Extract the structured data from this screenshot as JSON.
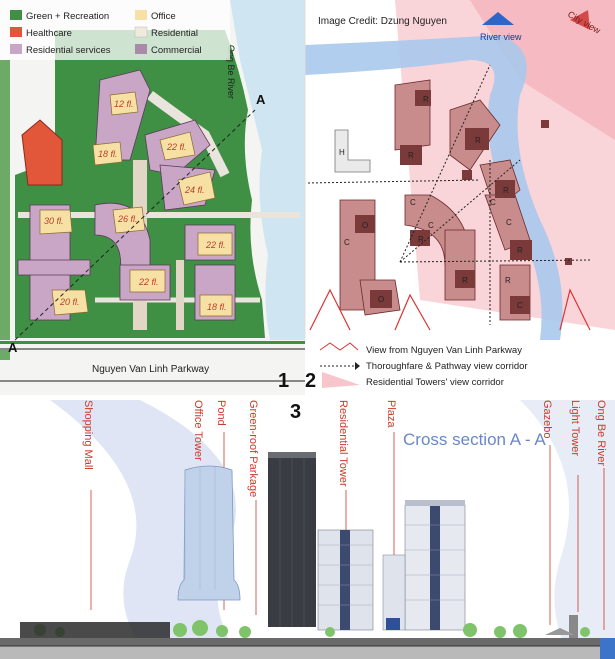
{
  "plan": {
    "legend": [
      "Green + Recreation",
      "Healthcare",
      "Residential services",
      "Office",
      "Residential",
      "Commercial"
    ],
    "towers": [
      "12 fl.",
      "18 fl.",
      "22 fl.",
      "24 fl.",
      "30 fl.",
      "26 fl.",
      "22 fl.",
      "22 fl.",
      "20 fl.",
      "18 fl."
    ],
    "section_marker": "A",
    "river_label": "Ong Be River",
    "parkway_label": "Nguyen Van Linh Parkway",
    "colors": {
      "green": "#3f8f45",
      "healthcare": "#e2573a",
      "residential_services": "#c9a6c6",
      "office": "#f6e0a4",
      "residential": "#efeadc",
      "commercial": "#a98aa8"
    }
  },
  "view": {
    "credit": "Image Credit: Dzung Nguyen",
    "river_view": "River view",
    "city_view": "City view",
    "buildings": [
      "H",
      "R",
      "R",
      "R",
      "R",
      "O",
      "C",
      "C",
      "C",
      "R",
      "C",
      "C",
      "R",
      "R",
      "R",
      "C",
      "O"
    ],
    "legend": [
      "View from Nguyen Van Linh Parkway",
      "Thoroughfare & Pathway view corridor",
      "Residential Towers' view corridor"
    ]
  },
  "labels": {
    "panel1": "1",
    "panel2": "2",
    "panel3": "3"
  },
  "section": {
    "title": "Cross section A - A",
    "labels": [
      "Shopping Mall",
      "Office Tower",
      "Pond",
      "Green-roof Parkage",
      "Residential Tower",
      "Plaza",
      "Gazebo",
      "Light Tower",
      "Ong Be River"
    ]
  }
}
